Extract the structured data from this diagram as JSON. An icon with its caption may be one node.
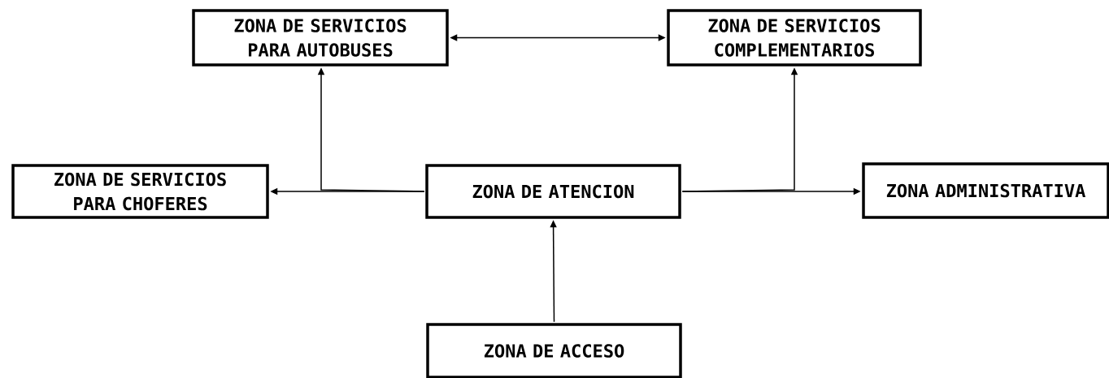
{
  "diagram": {
    "nodes": [
      {
        "text": [
          "ZONA DE SERVICIOS PARA AUTOBUSES"
        ]
      },
      {
        "text": [
          "ZONA DE SERVICIOS COMPLEMENTARIOS"
        ]
      },
      {
        "text": [
          "ZONA DE SERVICIOS PARA CHOFERES"
        ]
      },
      {
        "text": [
          "ZONA DE ATENCION"
        ]
      },
      {
        "text": [
          "ZONA ADMINISTRATIVA"
        ]
      },
      {
        "text": [
          "ZONA DE ACCESO"
        ]
      }
    ],
    "edges": [
      {
        "from": 0,
        "to": 1,
        "arrow": "both"
      },
      {
        "from": 3,
        "to": 2,
        "arrow": "to"
      },
      {
        "from": 3,
        "to": 0,
        "arrow": "to"
      },
      {
        "from": 3,
        "to": 4,
        "arrow": "to"
      },
      {
        "from": 3,
        "to": 1,
        "arrow": "to"
      },
      {
        "from": 5,
        "to": 3,
        "arrow": "to"
      }
    ]
  }
}
